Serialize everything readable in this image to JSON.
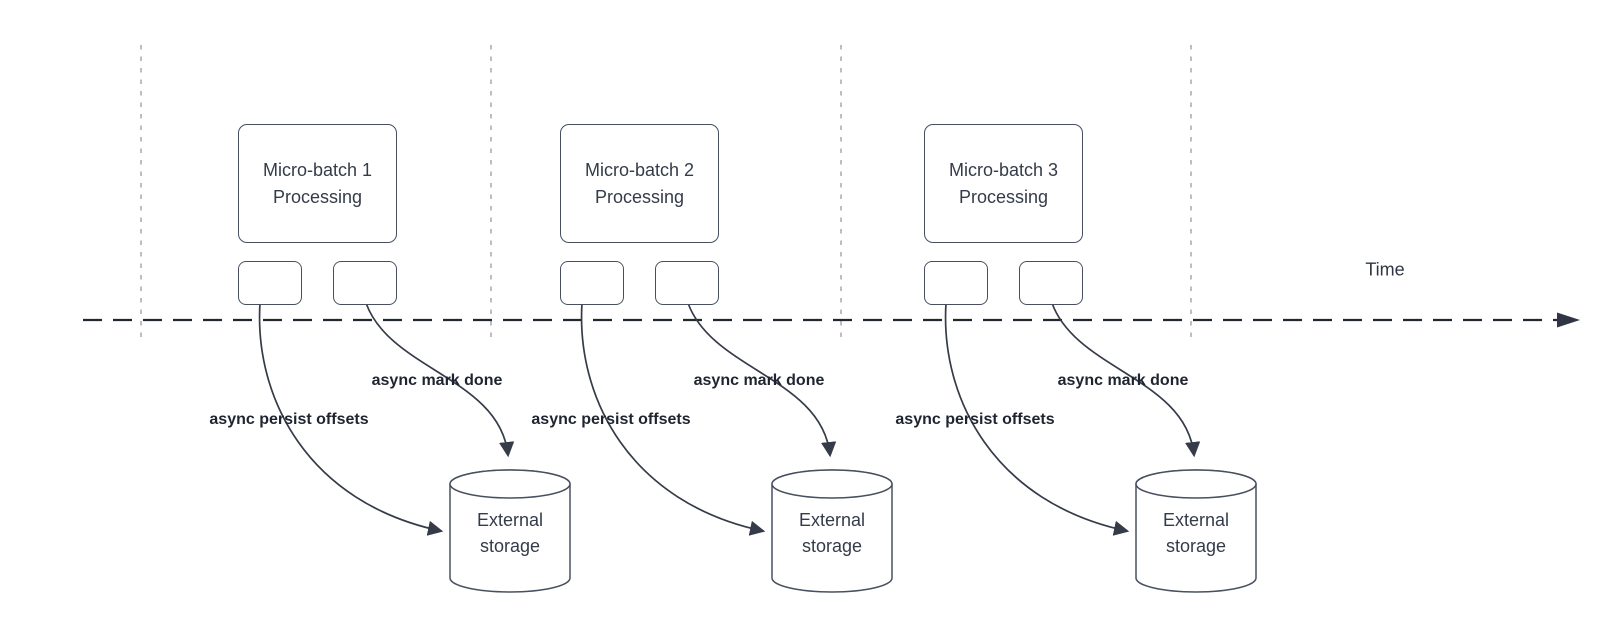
{
  "timeline": {
    "label": "Time"
  },
  "batches": [
    {
      "title": "Micro-batch 1\nProcessing",
      "persist_label": "async persist offsets",
      "done_label": "async mark done",
      "storage_label": "External\nstorage"
    },
    {
      "title": "Micro-batch 2\nProcessing",
      "persist_label": "async persist offsets",
      "done_label": "async mark done",
      "storage_label": "External\nstorage"
    },
    {
      "title": "Micro-batch 3\nProcessing",
      "persist_label": "async persist offsets",
      "done_label": "async mark done",
      "storage_label": "External\nstorage"
    }
  ],
  "colors": {
    "shape_stroke": "#485060",
    "flow_stroke": "#353b48",
    "timeline_stroke": "#23272f",
    "boundary_stroke": "#a9a9a9",
    "label_text": "#1f2530",
    "body_text": "#343b49"
  }
}
